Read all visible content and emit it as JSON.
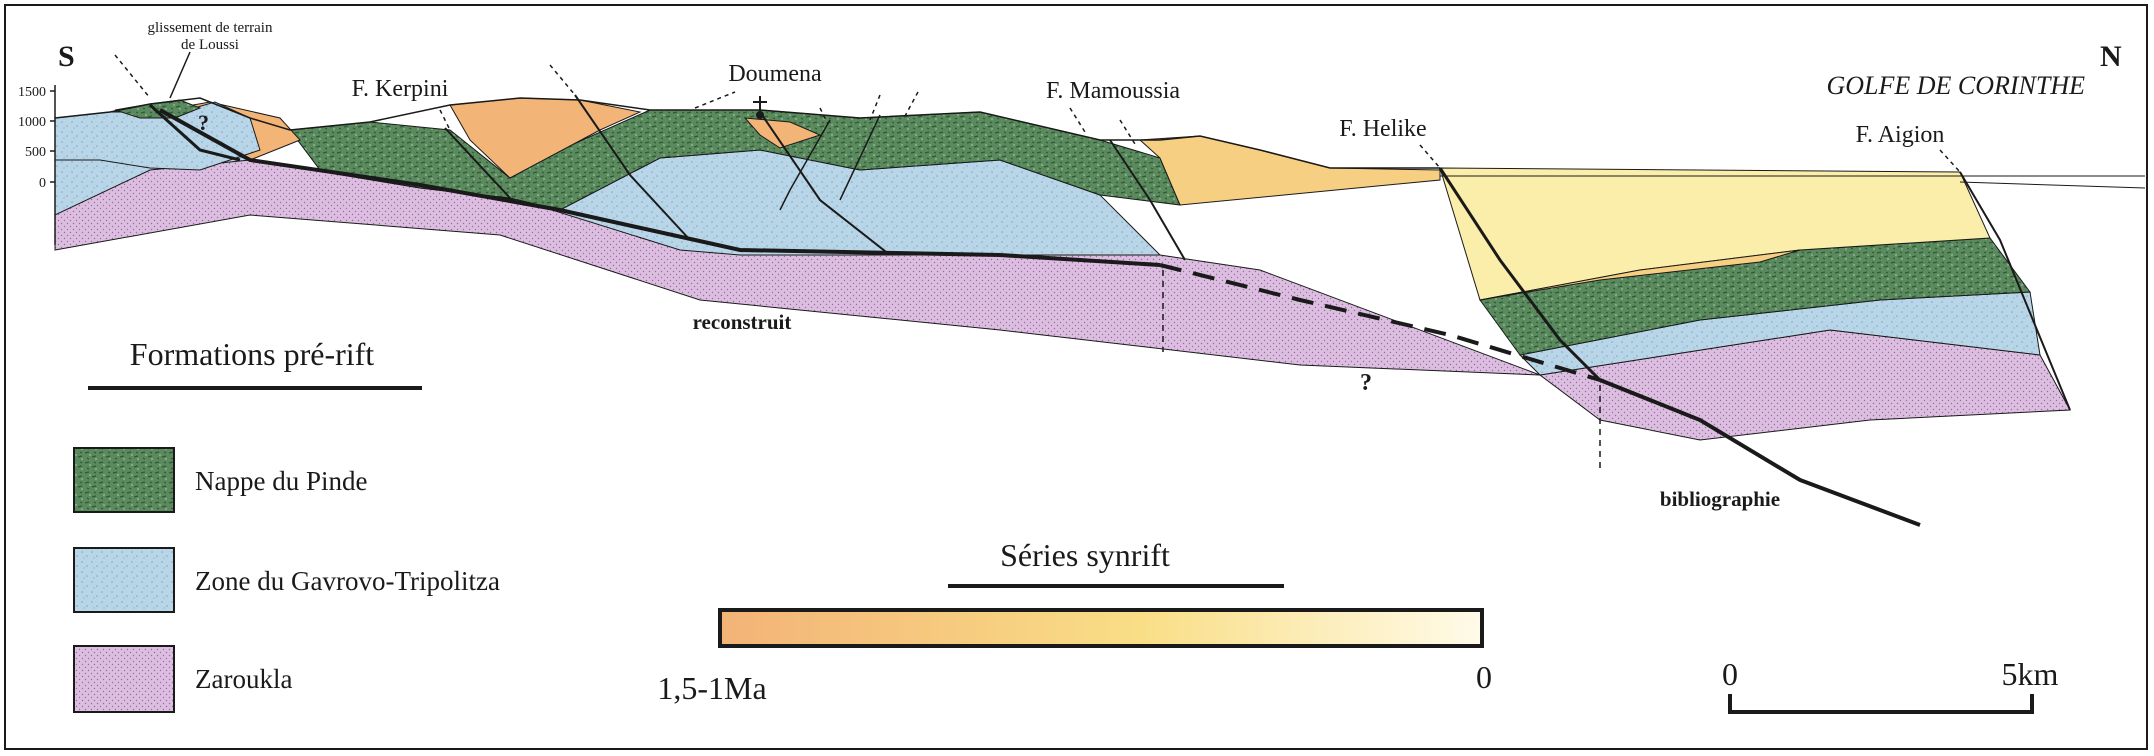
{
  "orientation": {
    "south": "S",
    "north": "N"
  },
  "sea_label": "GOLFE DE CORINTHE",
  "altitude_ticks": [
    "1500",
    "1000",
    "500",
    "0"
  ],
  "place_labels": {
    "landslide": [
      "glissement de terrain",
      "de Loussi"
    ],
    "kerpini": "F. Kerpini",
    "doumena": "Doumena",
    "mamoussia": "F. Mamoussia",
    "helike": "F. Helike",
    "aigion": "F. Aigion",
    "question": "?",
    "reconstruit": "reconstruit",
    "bibliographie": "bibliographie"
  },
  "legend_prerift": {
    "title": "Formations pré-rift",
    "items": [
      {
        "label": "Nappe du Pinde",
        "color": "#5a8a5e"
      },
      {
        "label": "Zone du Gavrovo-Tripolitza",
        "color": "#b9d6e8"
      },
      {
        "label": "Zaroukla",
        "color": "#dcbfe0"
      }
    ]
  },
  "legend_synrift": {
    "title": "Séries synrift",
    "start_label": "1,5-1Ma",
    "end_label": "0",
    "gradient": [
      "#f3b377",
      "#f9de86",
      "#fffbe9"
    ]
  },
  "scale_bar": {
    "start": "0",
    "end": "5km"
  },
  "colors": {
    "pinde": "#5a8a5e",
    "gavrovo": "#b9d6e8",
    "zaroukla": "#dcbfe0",
    "synrift_old": "#f2b477",
    "synrift_mid": "#f7cf83",
    "synrift_young": "#fbeeaa",
    "line": "#1a1a1a"
  }
}
